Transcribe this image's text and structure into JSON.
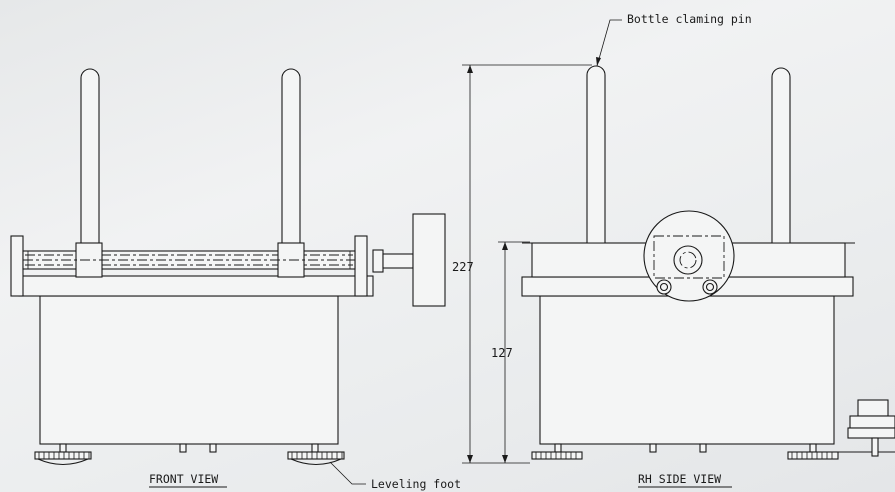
{
  "views": {
    "front_title": "FRONT VIEW",
    "side_title": "RH SIDE VIEW"
  },
  "callouts": {
    "bottle_pin": "Bottle claming pin",
    "leveling_foot": "Leveling foot"
  },
  "dimensions": {
    "overall_height": "227",
    "base_height": "127"
  }
}
